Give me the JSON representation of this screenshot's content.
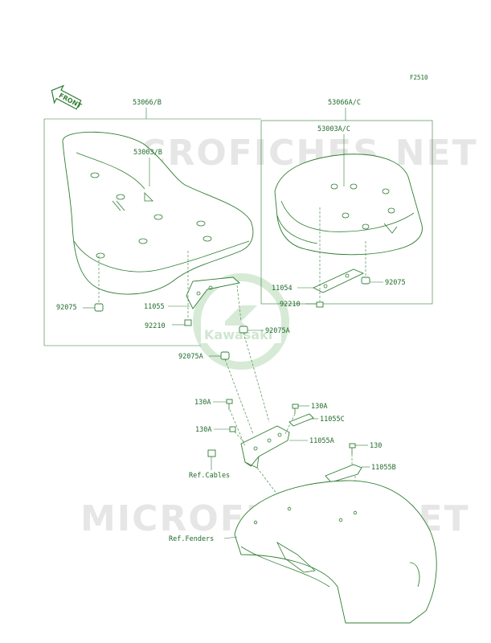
{
  "figure_code": "F2510",
  "front_arrow": "FRONT",
  "watermark": "MICROFICHES.NET",
  "brand_logo": "Kawasaki",
  "labels": {
    "seat_front": "53066/B",
    "seat_rear": "53066A/C",
    "cover_front": "53003/B",
    "cover_rear": "53003A/C",
    "bracket_rear": "11054",
    "damper_rear": "92075",
    "nut_rear": "92210",
    "damper_front": "92075",
    "bracket_front": "11055",
    "nut_front": "92210",
    "damper_a_right": "92075A",
    "damper_a_left": "92075A",
    "bolt_130a_1": "130A",
    "bolt_130a_2": "130A",
    "bolt_130a_3": "130A",
    "bracket_c": "11055C",
    "bracket_a": "11055A",
    "bolt_130": "130",
    "bracket_b": "11055B",
    "ref_cables": "Ref.Cables",
    "ref_fenders": "Ref.Fenders"
  }
}
